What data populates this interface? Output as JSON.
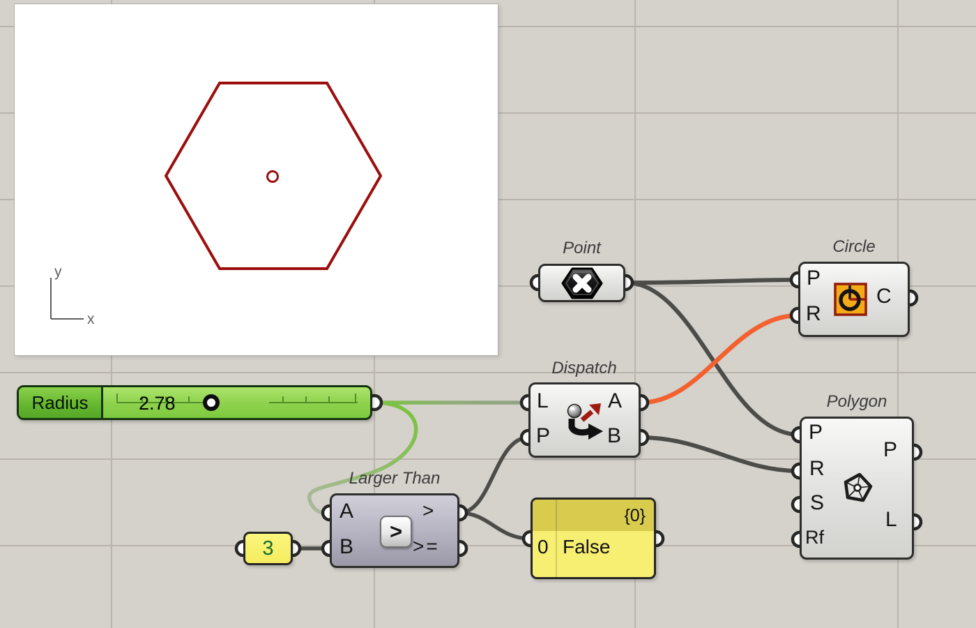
{
  "viewport": {
    "axis": {
      "x": "x",
      "y": "y"
    },
    "hexagon_color": "#9b0e0d"
  },
  "slider": {
    "label": "Radius",
    "value": "2.78"
  },
  "number_chip": {
    "value": "3"
  },
  "panel": {
    "path_header": "{0}",
    "row_index": "0",
    "row_value": "False"
  },
  "components": {
    "point": {
      "label": "Point",
      "icon": "point-hexagon-x-icon"
    },
    "circle": {
      "label": "Circle",
      "inputs": [
        "P",
        "R"
      ],
      "outputs": [
        "C"
      ],
      "icon": "circle-center-radius-icon"
    },
    "dispatch": {
      "label": "Dispatch",
      "inputs": [
        "L",
        "P"
      ],
      "outputs": [
        "A",
        "B"
      ],
      "icon": "dispatch-arrows-icon"
    },
    "larger_than": {
      "label": "Larger Than",
      "inputs": [
        "A",
        "B"
      ],
      "outputs": [
        ">",
        ">="
      ],
      "icon": "greater-than-icon"
    },
    "polygon": {
      "label": "Polygon",
      "inputs": [
        "P",
        "R",
        "S",
        "Rf"
      ],
      "outputs": [
        "P",
        "L"
      ],
      "icon": "pentagon-icon"
    }
  },
  "colors": {
    "canvas_bg": "#d5d1cb",
    "grid": "#b9b5ae",
    "wire": "#4c4c49",
    "wire_warning": "#f2612f",
    "wire_selected": "#79c341",
    "slider_green": "#7dc83e",
    "panel_yellow": "#f7ef72",
    "panel_header": "#d8cb4e"
  }
}
